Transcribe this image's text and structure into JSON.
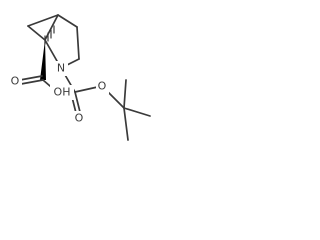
{
  "molecule": {
    "atoms": {
      "nitrogen": "N",
      "carbonyl_oxygen_1": "O",
      "hydroxyl": "OH",
      "ester_oxygen": "O",
      "carbonyl_oxygen_2": "O"
    }
  }
}
